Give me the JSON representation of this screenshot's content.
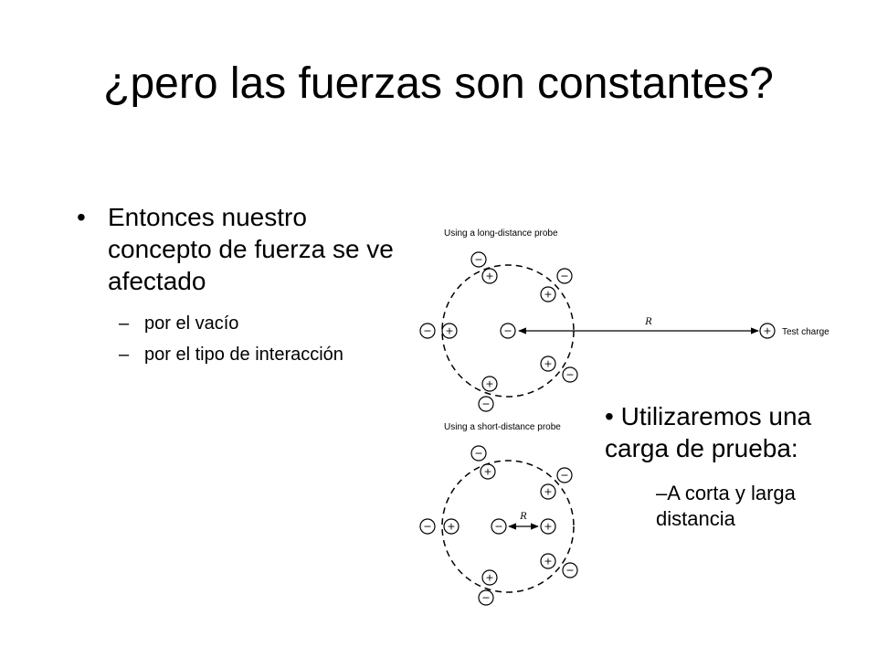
{
  "title": "¿pero las fuerzas son constantes?",
  "left": {
    "bullet": "Entonces nuestro concepto de fuerza se ve afectado",
    "subs": [
      "por el vacío",
      "por el tipo de interacción"
    ]
  },
  "diagram": {
    "top_caption": "Using a long-distance probe",
    "bottom_caption": "Using a short-distance probe",
    "distance_label": "R",
    "test_charge_label": "Test charge",
    "plus": "+",
    "minus": "−"
  },
  "right": {
    "bullet": "Utilizaremos una carga de prueba:",
    "sub": "A corta y larga distancia"
  }
}
